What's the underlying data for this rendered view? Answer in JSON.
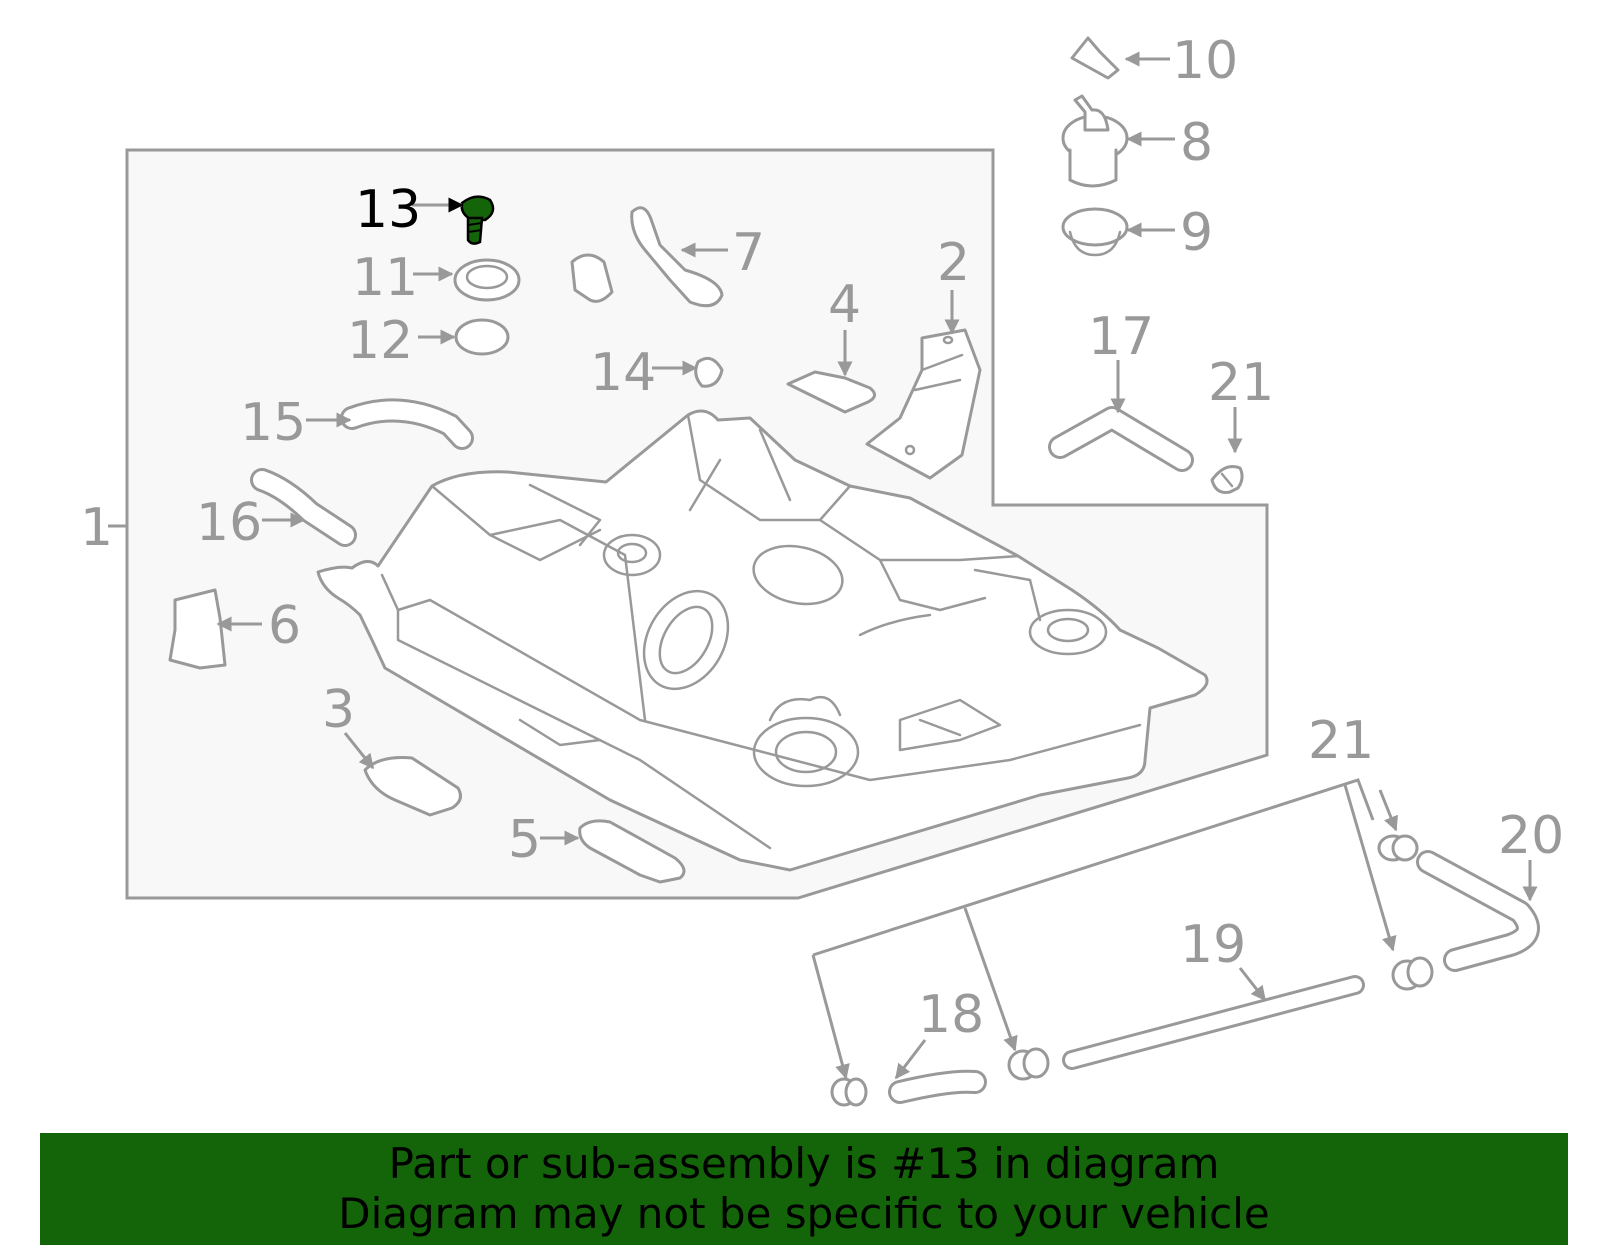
{
  "diagram": {
    "highlight_part": "13",
    "colors": {
      "line": "#999999",
      "highlight_part": "#146409",
      "highlight_label": "#000000",
      "assembly_fill": "#f8f8f8",
      "banner": "#146409"
    },
    "callouts": {
      "c1": "1",
      "c2": "2",
      "c3": "3",
      "c4": "4",
      "c5": "5",
      "c6": "6",
      "c7": "7",
      "c8": "8",
      "c9": "9",
      "c10": "10",
      "c11": "11",
      "c12": "12",
      "c13": "13",
      "c14": "14",
      "c15": "15",
      "c16": "16",
      "c17": "17",
      "c18": "18",
      "c19": "19",
      "c20": "20",
      "c21a": "21",
      "c21b": "21"
    }
  },
  "banner": {
    "line1": "Part or sub-assembly is #13 in diagram",
    "line2": "Diagram may not be specific to your vehicle"
  }
}
